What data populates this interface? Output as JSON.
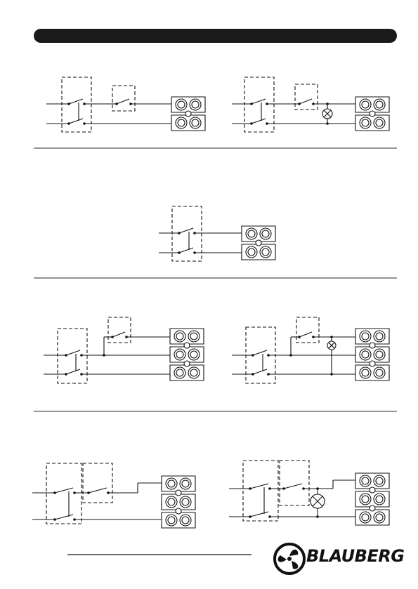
{
  "brand": {
    "name": "BLAUBERG",
    "logo_icon": "fan-icon"
  },
  "diagrams": [
    {
      "id": "d1",
      "terminals": 2,
      "has_lamp": false,
      "switch_groups": 2,
      "icon": "wiring-diagram-icon"
    },
    {
      "id": "d2",
      "terminals": 2,
      "has_lamp": true,
      "switch_groups": 2,
      "icon": "wiring-diagram-icon"
    },
    {
      "id": "d3",
      "terminals": 2,
      "has_lamp": false,
      "switch_groups": 1,
      "icon": "wiring-diagram-icon"
    },
    {
      "id": "d4",
      "terminals": 3,
      "has_lamp": false,
      "switch_groups": 2,
      "icon": "wiring-diagram-icon"
    },
    {
      "id": "d5",
      "terminals": 3,
      "has_lamp": true,
      "switch_groups": 2,
      "icon": "wiring-diagram-icon"
    },
    {
      "id": "d6",
      "terminals": 3,
      "has_lamp": false,
      "switch_groups": 2,
      "icon": "wiring-diagram-icon"
    },
    {
      "id": "d7",
      "terminals": 3,
      "has_lamp": true,
      "switch_groups": 2,
      "icon": "wiring-diagram-icon"
    }
  ],
  "colors": {
    "ink": "#111111",
    "header_bar": "#1a1a1a",
    "rule": "#555555"
  }
}
